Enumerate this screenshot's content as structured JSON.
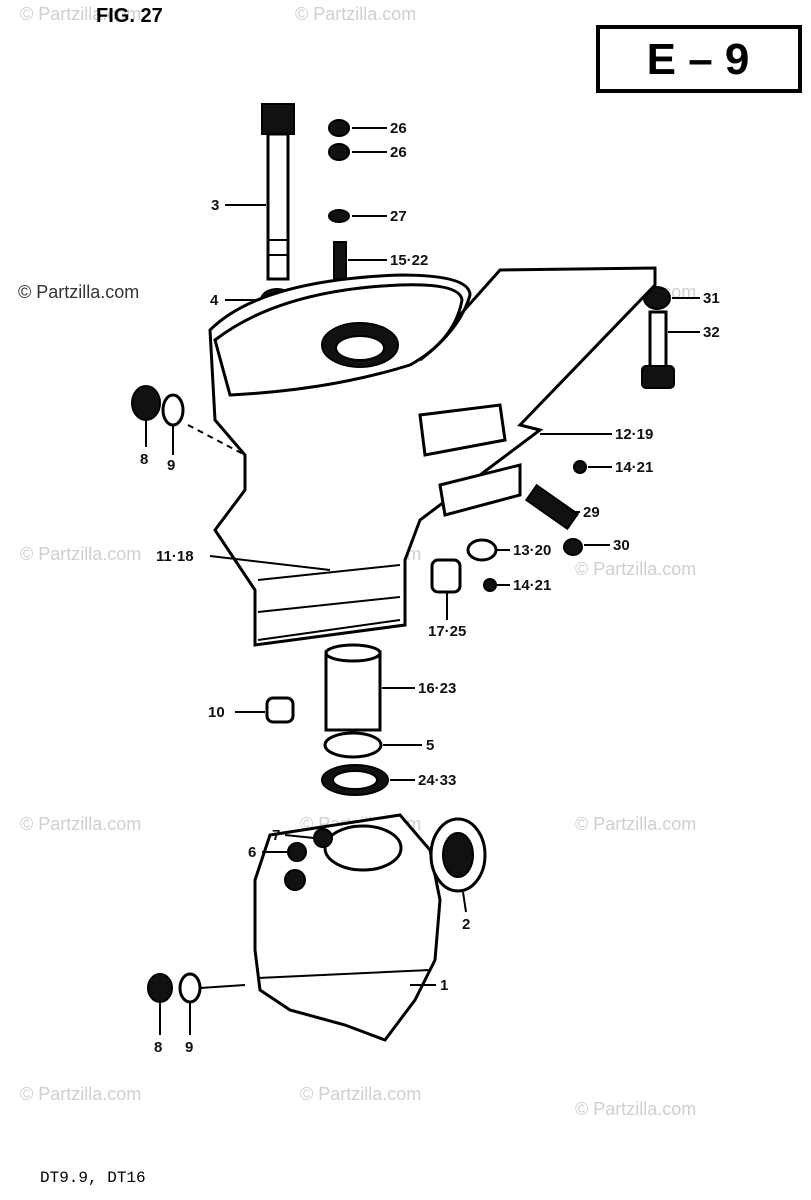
{
  "figure": {
    "title": "FIG. 27",
    "code": "E – 9",
    "footer": "DT9.9, DT16"
  },
  "watermark": "© Partzilla.com",
  "callouts": [
    {
      "id": "c26a",
      "text": "26"
    },
    {
      "id": "c26b",
      "text": "26"
    },
    {
      "id": "c27",
      "text": "27"
    },
    {
      "id": "c3",
      "text": "3"
    },
    {
      "id": "c15",
      "text": "15·22"
    },
    {
      "id": "c4",
      "text": "4"
    },
    {
      "id": "c31",
      "text": "31"
    },
    {
      "id": "c32",
      "text": "32"
    },
    {
      "id": "c8a",
      "text": "8"
    },
    {
      "id": "c9a",
      "text": "9"
    },
    {
      "id": "c1219",
      "text": "12·19"
    },
    {
      "id": "c1421a",
      "text": "14·21"
    },
    {
      "id": "c29",
      "text": "29"
    },
    {
      "id": "c1118",
      "text": "11·18"
    },
    {
      "id": "c1320",
      "text": "13·20"
    },
    {
      "id": "c30",
      "text": "30"
    },
    {
      "id": "c1421b",
      "text": "14·21"
    },
    {
      "id": "c1725",
      "text": "17·25"
    },
    {
      "id": "c1623",
      "text": "16·23"
    },
    {
      "id": "c10",
      "text": "10"
    },
    {
      "id": "c5",
      "text": "5"
    },
    {
      "id": "c2433",
      "text": "24·33"
    },
    {
      "id": "c7",
      "text": "7"
    },
    {
      "id": "c6",
      "text": "6"
    },
    {
      "id": "c2",
      "text": "2"
    },
    {
      "id": "c1",
      "text": "1"
    },
    {
      "id": "c8b",
      "text": "8"
    },
    {
      "id": "c9b",
      "text": "9"
    }
  ]
}
